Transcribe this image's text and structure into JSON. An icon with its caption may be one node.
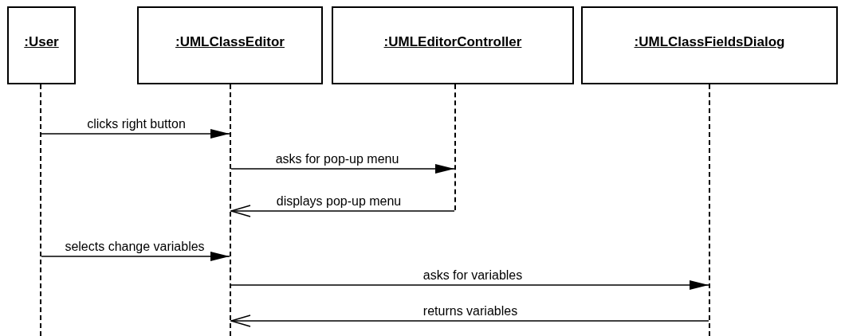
{
  "diagram": {
    "nodes": [
      {
        "text": [
          ":User"
        ]
      },
      {
        "text": [
          ":UMLClassEditor"
        ]
      },
      {
        "text": [
          ":UMLEditorController"
        ]
      },
      {
        "text": [
          ":UMLClassFieldsDialog"
        ]
      },
      {
        "text": [],
        "shape": "line"
      },
      {
        "text": [],
        "shape": "line"
      },
      {
        "text": [],
        "shape": "line"
      },
      {
        "text": [],
        "shape": "line"
      }
    ],
    "edges": [
      {
        "from": 4,
        "to": 5,
        "arrow": "to",
        "label": "clicks right button"
      },
      {
        "from": 5,
        "to": 6,
        "arrow": "to",
        "label": "asks for pop-up menu"
      },
      {
        "from": 6,
        "to": 5,
        "arrow": "to",
        "label": "displays pop-up menu"
      },
      {
        "from": 4,
        "to": 5,
        "arrow": "to",
        "label": "selects change variables"
      },
      {
        "from": 5,
        "to": 7,
        "arrow": "to",
        "label": "asks for variables"
      },
      {
        "from": 7,
        "to": 5,
        "arrow": "to",
        "label": "returns variables"
      }
    ]
  }
}
